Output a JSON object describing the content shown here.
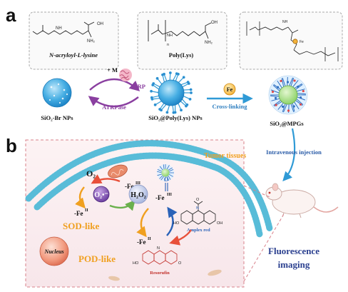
{
  "panels": {
    "a": "a",
    "b": "b"
  },
  "monomers": {
    "lysine": "N-acryloyl-L-lysine",
    "poly": "Poly(Lys)"
  },
  "chem_labels": {
    "oh": "OH",
    "nh2": "NH₂",
    "nh": "NH",
    "n": "n"
  },
  "reaction": {
    "plus_m": "+ M",
    "hrp": "HRP",
    "atrpase": "ATRPase",
    "fe": "Fe",
    "cross_linking": "Cross-linking"
  },
  "nanoparticles": {
    "np1": "SiO₂-Br NPs",
    "np2": "SiO₂@Poly(Lys) NPs",
    "np3": "SiO₂@MPGs"
  },
  "routes": {
    "injection": "Intravenous injection"
  },
  "panel_b": {
    "tumor": "Tumor tissues",
    "o2": "O₂",
    "superoxide": "O₂•⁻",
    "h2o2": "H₂O₂",
    "fe3_top": "-Fe",
    "fe3_top_sup": "III",
    "fe2_left": "-Fe",
    "fe2_left_sup": "II",
    "fe3_mid": "-Fe",
    "fe3_mid_sup": "III",
    "fe2_bottom": "-Fe",
    "fe2_bottom_sup": "II",
    "sod": "SOD-like",
    "pod": "POD-like",
    "nucleus": "Nucleus",
    "amplex": "Amplex red",
    "resorufin": "Resorufin",
    "ho": "HO",
    "o": "O",
    "n": "N",
    "oh": "OH",
    "fluorescence": "Fluorescence",
    "imaging": "imaging"
  },
  "colors": {
    "np_blue": "#3aa7e0",
    "membrane": "#58bcd8",
    "orange_label": "#f0a020",
    "arrow_red": "#e8503a",
    "arrow_purple": "#8a3fa0",
    "dark_blue_text": "#2a3f8f"
  }
}
